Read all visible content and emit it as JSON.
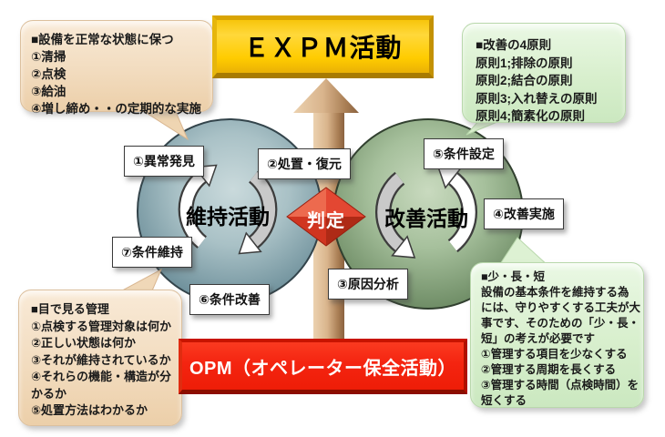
{
  "header": {
    "title": "ＥＸＰＭ活動"
  },
  "footer": {
    "title": "OPM（オペレーター保全活動）"
  },
  "cycle": {
    "left_label": "維持活動",
    "right_label": "改善活動",
    "judgment_label": "判定"
  },
  "step_labels": {
    "s1": "①異常発見",
    "s2": "②処置・復元",
    "s3": "③原因分析",
    "s4": "④改善実施",
    "s5": "⑤条件設定",
    "s6": "⑥条件改善",
    "s7": "⑦条件維持"
  },
  "callouts": {
    "top_left": {
      "lines": [
        "■設備を正常な状態に保つ",
        "①清掃",
        "②点検",
        "③給油",
        "④増し締め・・の定期的な実施"
      ]
    },
    "top_right": {
      "lines": [
        "■改善の4原則",
        "原則1;排除の原則",
        "原則2;結合の原則",
        "原則3;入れ替えの原則",
        "原則4;簡素化の原則"
      ]
    },
    "bottom_left": {
      "lines": [
        "■目で見る管理",
        "①点検する管理対象は何か",
        "②正しい状態は何か",
        "③それが維持されているか",
        "④それらの機能・構造が分",
        "かるか",
        "⑤処置方法はわかるか"
      ]
    },
    "bottom_right": {
      "lines": [
        "■少・長・短",
        "設備の基本条件を維持する為",
        "には、守りやすくする工夫が大",
        "事です、そのための「少・長・",
        "短」の考えが必要です",
        "①管理する項目を少なくする",
        "②管理する周期を長くする",
        "③管理する時間（点検時間）を",
        "短くする"
      ]
    }
  },
  "colors": {
    "title_box": "#ffd21e",
    "footer_box": "#f02410",
    "judgment_diamond": "#e0301e",
    "left_circle": "#6d8f9a",
    "right_circle": "#6f8d66",
    "callout_tan": "#f2dcbf",
    "callout_green": "#d8efcd",
    "arrow_tan": "#d9b48c"
  }
}
